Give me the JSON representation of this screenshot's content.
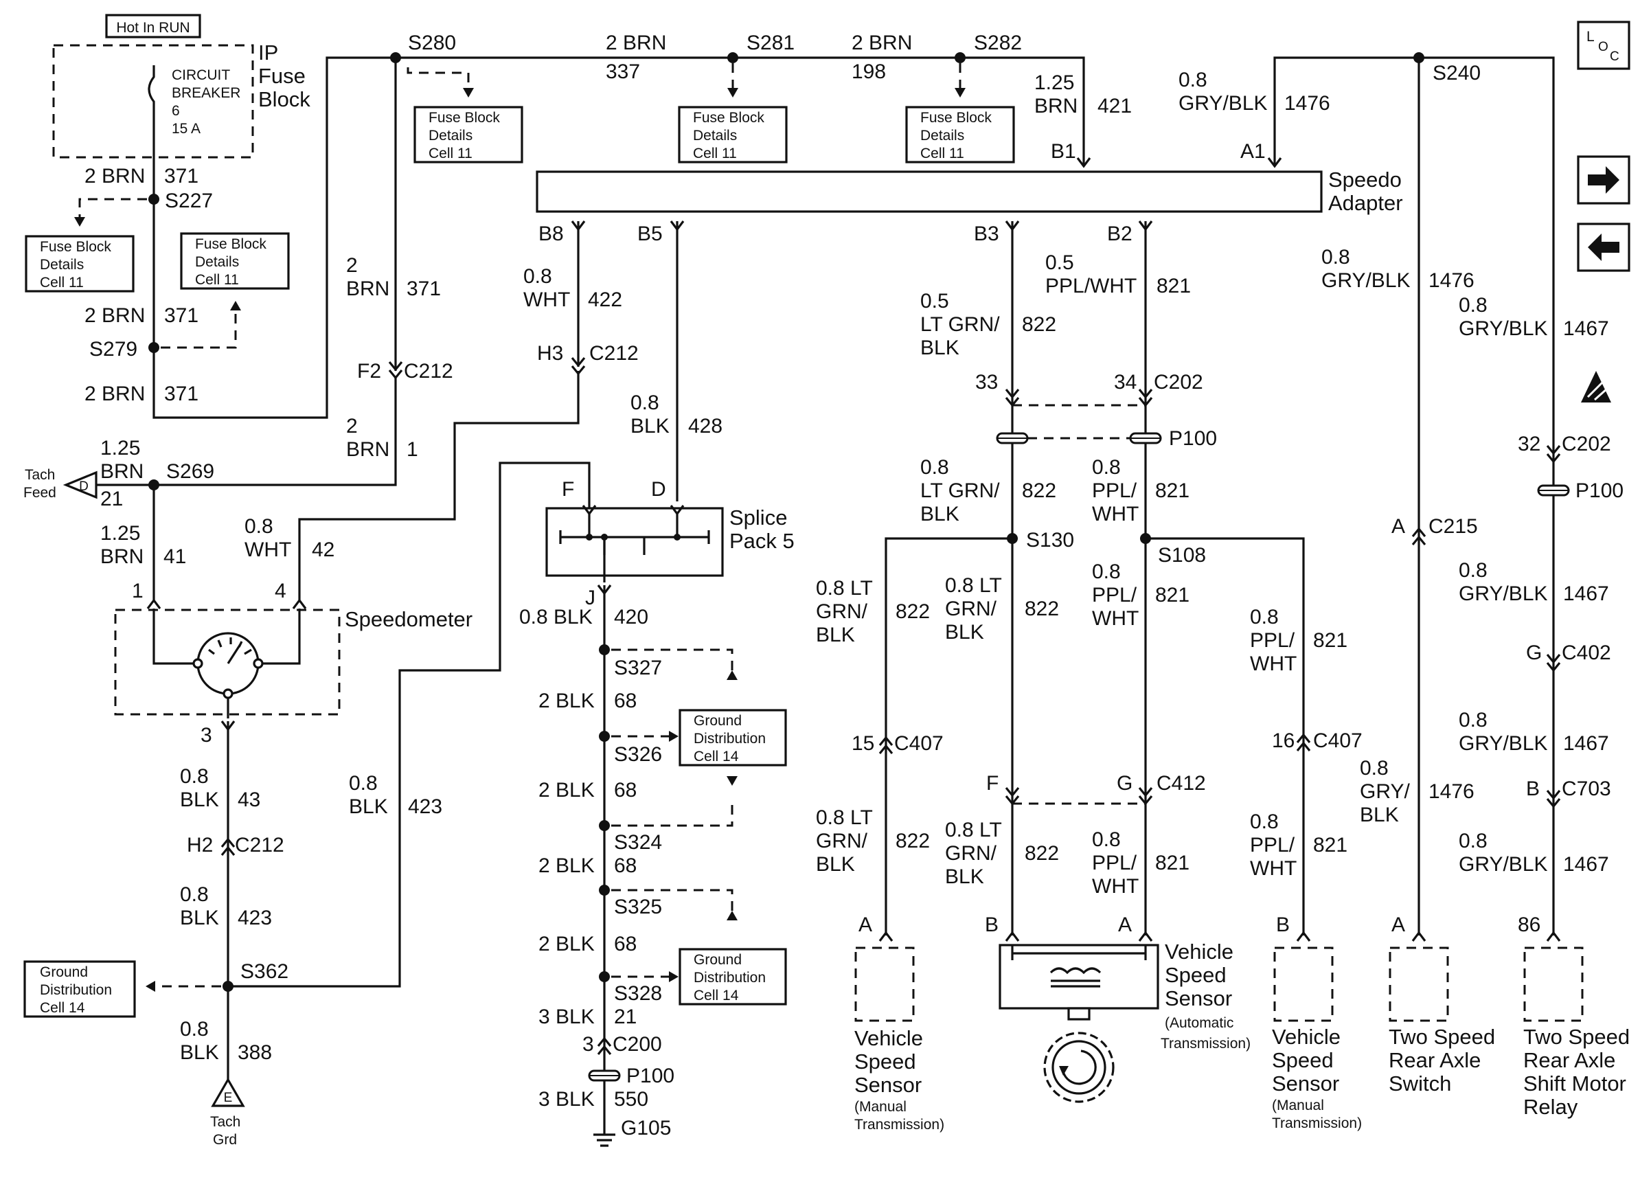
{
  "header": {
    "hot_in_run": "Hot In RUN",
    "fuse_block": "IP Fuse Block",
    "loc": "LOC"
  },
  "breaker": {
    "line1": "CIRCUIT",
    "line2": "BREAKER",
    "line3": "6",
    "line4": "15 A"
  },
  "refs": {
    "fuse_l1": "Fuse Block",
    "fuse_l2": "Details",
    "fuse_l3": "Cell 11",
    "gnd_l1": "Ground",
    "gnd_l2": "Distribution",
    "gnd_l3": "Cell 14"
  },
  "splices": {
    "s280": "S280",
    "s281": "S281",
    "s282": "S282",
    "s240": "S240",
    "s227": "S227",
    "s279": "S279",
    "s269": "S269",
    "s130": "S130",
    "s108": "S108",
    "s327": "S327",
    "s326": "S326",
    "s324": "S324",
    "s325": "S325",
    "s328": "S328",
    "s362": "S362"
  },
  "wires": {
    "w_2brn": "2 BRN",
    "w_337": "337",
    "w_198": "198",
    "w_125": "1.25",
    "w_brn": "BRN",
    "w_421": "421",
    "w_08": "0.8",
    "w_gryblk": "GRY/BLK",
    "w_1476": "1476",
    "w_1467": "1467",
    "w_371": "371",
    "w_2": "2",
    "w_1": "1",
    "w_21": "21",
    "w_41": "41",
    "w_42": "42",
    "w_wht": "WHT",
    "w_422": "422",
    "w_blk": "BLK",
    "w_428": "428",
    "w_43": "43",
    "w_423": "423",
    "w_388": "388",
    "w_08blk": "0.8 BLK",
    "w_420": "420",
    "w_2blk": "2 BLK",
    "w_68": "68",
    "w_3blk": "3 BLK",
    "w_550": "550",
    "w_05": "0.5",
    "w_ltgrn": "LT GRN/",
    "w_822": "822",
    "w_pplwht": "PPL/WHT",
    "w_821": "821",
    "w_ppl": "PPL/",
    "w_08lt": "0.8 LT",
    "w_grn": "GRN/",
    "w_gry": "GRY/"
  },
  "conn": {
    "b1": "B1",
    "a1": "A1",
    "b8": "B8",
    "b5": "B5",
    "b3": "B3",
    "b2": "B2",
    "f2": "F2",
    "c212": "C212",
    "h3": "H3",
    "h2": "H2",
    "n33": "33",
    "n34": "34",
    "c202": "C202",
    "p100": "P100",
    "n32": "32",
    "a": "A",
    "c215": "C215",
    "g": "G",
    "c402": "C402",
    "b": "B",
    "c703": "C703",
    "n86": "86",
    "n15": "15",
    "n16": "16",
    "c407": "C407",
    "f": "F",
    "c412": "C412",
    "d": "D",
    "j": "J",
    "n3": "3",
    "c200": "C200",
    "g105": "G105",
    "e": "E",
    "pin1": "1",
    "pin4": "4",
    "pin3": "3"
  },
  "components": {
    "speedo_adapter_1": "Speedo",
    "speedo_adapter_2": "Adapter",
    "splice_pack_1": "Splice",
    "splice_pack_2": "Pack 5",
    "speedometer": "Speedometer",
    "tach_feed_1": "Tach",
    "tach_feed_2": "Feed",
    "tach_grd_1": "Tach",
    "tach_grd_2": "Grd",
    "vss_1": "Vehicle",
    "vss_2": "Speed",
    "vss_3": "Sensor",
    "manual_1": "(Manual",
    "manual_2": "Transmission)",
    "auto_1": "(Automatic",
    "auto_2": "Transmission)",
    "axle_sw_1": "Two Speed",
    "axle_sw_2": "Rear Axle",
    "axle_sw_3": "Switch",
    "relay_1": "Two Speed",
    "relay_2": "Rear Axle",
    "relay_3": "Shift Motor",
    "relay_4": "Relay"
  }
}
